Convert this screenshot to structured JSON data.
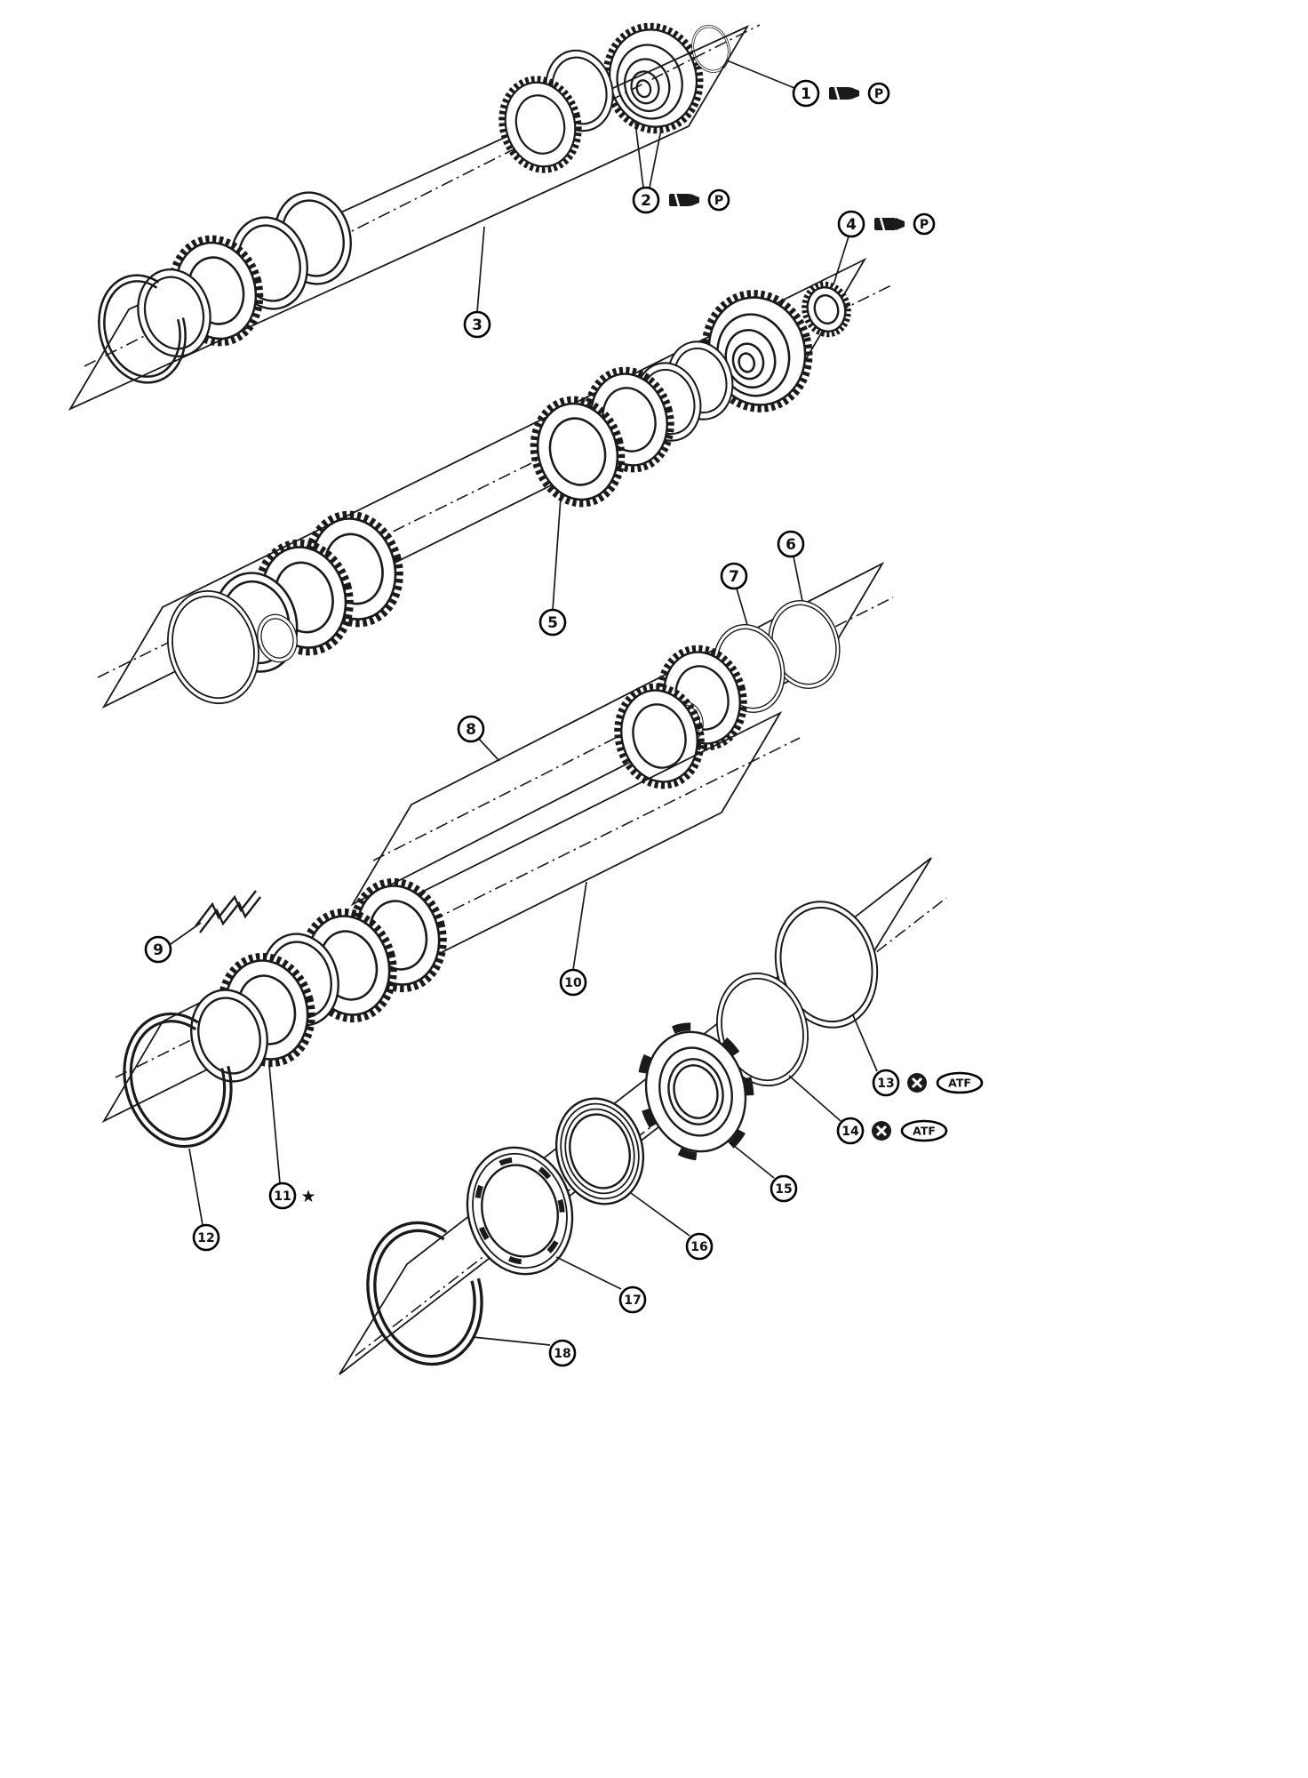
{
  "diagram": {
    "type": "exploded-parts-diagram",
    "subject": "transmission-clutch-assembly",
    "callouts": [
      {
        "num": "1",
        "symbols": [
          "grease",
          "P"
        ]
      },
      {
        "num": "2",
        "symbols": [
          "grease",
          "P"
        ]
      },
      {
        "num": "3",
        "symbols": []
      },
      {
        "num": "4",
        "symbols": [
          "grease",
          "P"
        ]
      },
      {
        "num": "5",
        "symbols": []
      },
      {
        "num": "6",
        "symbols": []
      },
      {
        "num": "7",
        "symbols": []
      },
      {
        "num": "8",
        "symbols": []
      },
      {
        "num": "9",
        "symbols": []
      },
      {
        "num": "10",
        "symbols": []
      },
      {
        "num": "11",
        "symbols": [
          "star"
        ]
      },
      {
        "num": "12",
        "symbols": []
      },
      {
        "num": "13",
        "symbols": [
          "replace",
          "ATF"
        ]
      },
      {
        "num": "14",
        "symbols": [
          "replace",
          "ATF"
        ]
      },
      {
        "num": "15",
        "symbols": []
      },
      {
        "num": "16",
        "symbols": []
      },
      {
        "num": "17",
        "symbols": []
      },
      {
        "num": "18",
        "symbols": []
      }
    ],
    "labels": {
      "p": "P",
      "atf": "ATF",
      "star": "★"
    },
    "colors": {
      "line": "#1a1a1a",
      "background": "#ffffff"
    }
  }
}
